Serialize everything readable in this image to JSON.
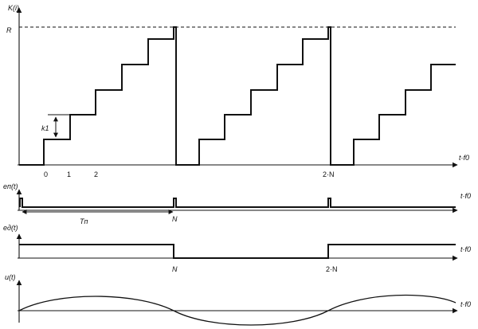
{
  "panels": {
    "staircase": {
      "y_label": "K(i)",
      "x_label": "t·f0",
      "r_label": "R",
      "tick_labels": [
        "0",
        "1",
        "2"
      ],
      "step_label": "k1",
      "n2_label": "2·N"
    },
    "pulse": {
      "y_label": "eп(t)",
      "x_label": "t·f0",
      "period_label": "Tп",
      "n_label": "N"
    },
    "square": {
      "y_label": "eд(t)",
      "x_label": "t·f0",
      "n_label": "N",
      "n2_label": "2·N"
    },
    "sine": {
      "y_label": "u(t)",
      "x_label": "t·f0"
    }
  }
}
